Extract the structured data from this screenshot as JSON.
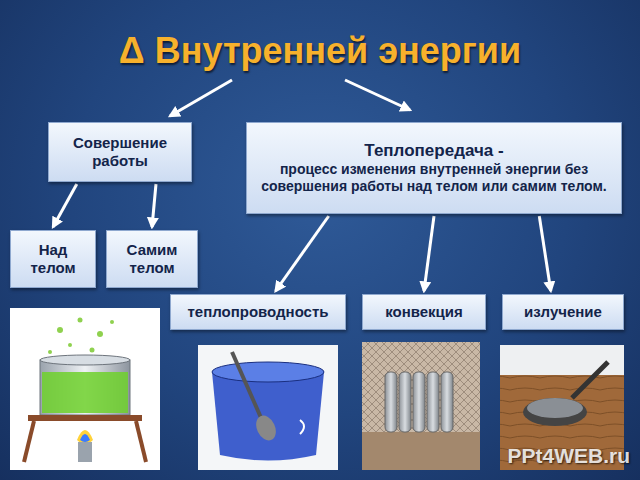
{
  "diagram": {
    "title": "Δ Внутренней энергии",
    "nodes": [
      {
        "text": [
          "Совершение работы"
        ]
      },
      {
        "text": [
          "Теплопередача -",
          "процесс изменения внутренней энергии без совершения работы над телом или самим телом."
        ]
      },
      {
        "text": [
          "Над телом"
        ]
      },
      {
        "text": [
          "Самим телом"
        ]
      },
      {
        "text": [
          "теплопроводность"
        ]
      },
      {
        "text": [
          "конвекция"
        ]
      },
      {
        "text": [
          "излучение"
        ]
      }
    ],
    "edges": [
      {
        "from": 0,
        "to": 2,
        "arrow": "to"
      },
      {
        "from": 0,
        "to": 3,
        "arrow": "to"
      },
      {
        "from": 1,
        "to": 4,
        "arrow": "to"
      },
      {
        "from": 1,
        "to": 5,
        "arrow": "to"
      },
      {
        "from": 1,
        "to": 6,
        "arrow": "to"
      }
    ],
    "labels": [
      "PPt4WEB.ru"
    ]
  }
}
